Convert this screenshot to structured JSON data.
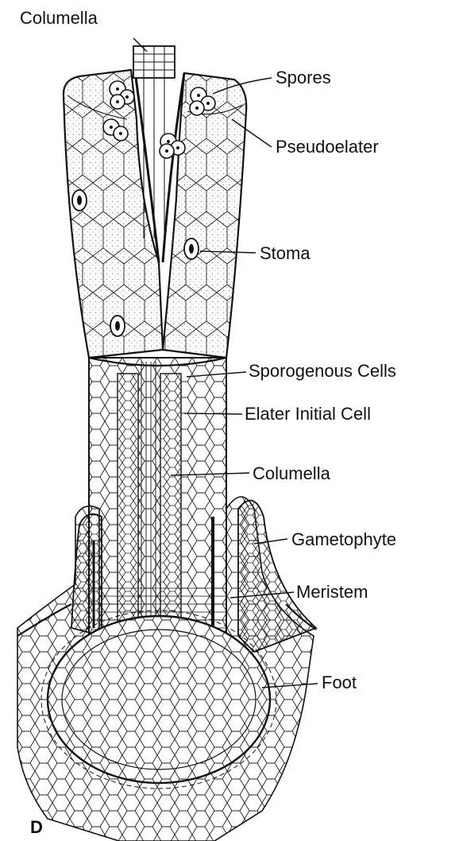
{
  "figure": {
    "panel_letter": "D",
    "labels": {
      "columella_top": "Columella",
      "spores": "Spores",
      "pseudoelater": "Pseudoelater",
      "stoma": "Stoma",
      "sporogenous_cells": "Sporogenous Cells",
      "elater_initial_cell": "Elater Initial Cell",
      "columella_mid": "Columella",
      "gametophyte": "Gametophyte",
      "meristem": "Meristem",
      "foot": "Foot"
    }
  }
}
